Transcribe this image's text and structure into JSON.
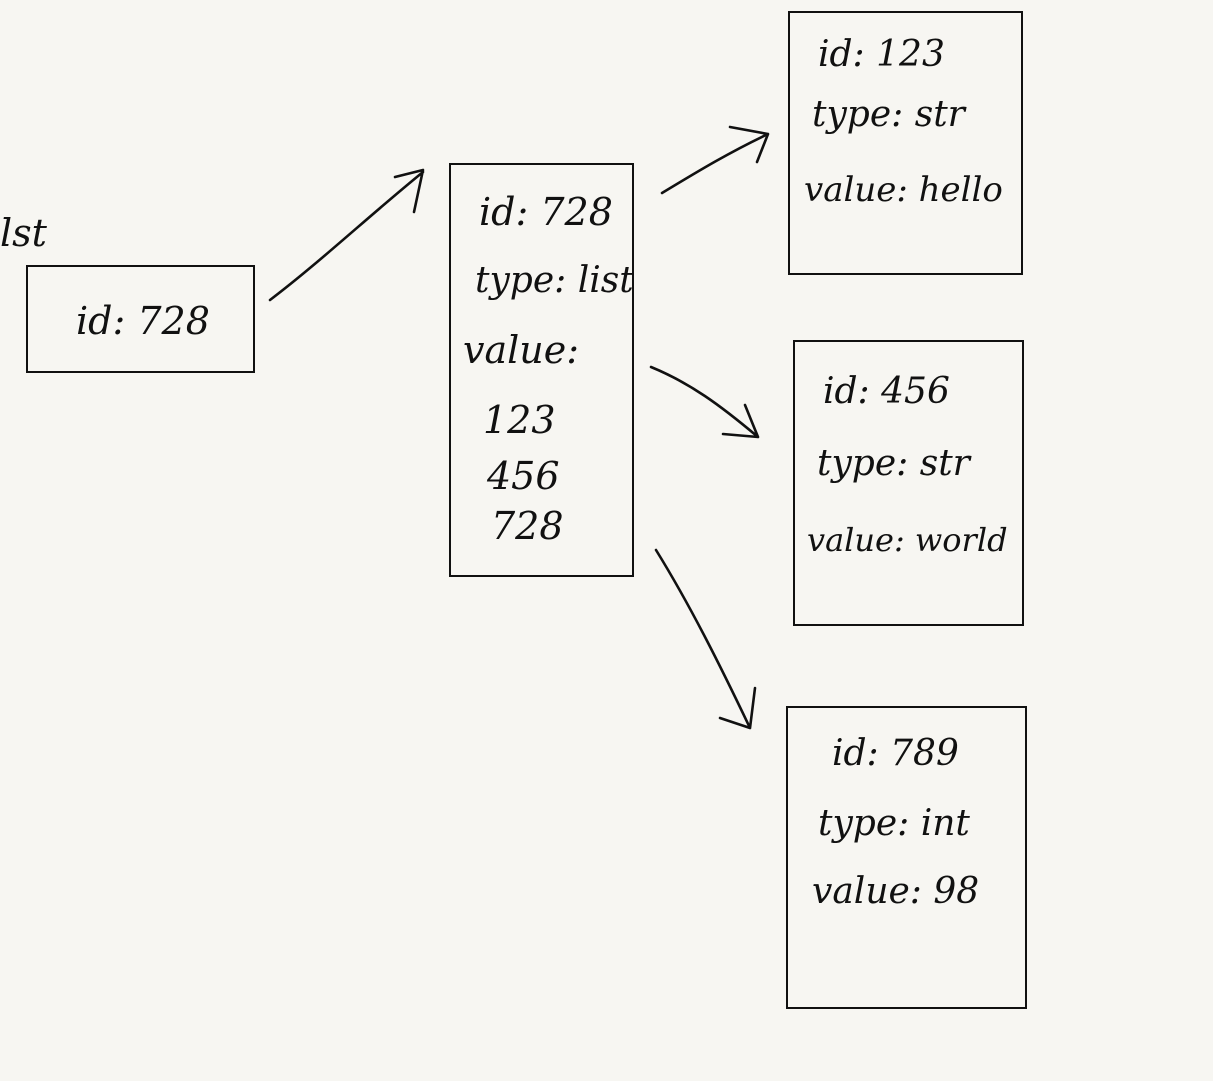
{
  "variable": {
    "name": "lst",
    "id": "id: 728"
  },
  "list_object": {
    "id": "id: 728",
    "type": "type: list",
    "value_label": "value:",
    "items": [
      "123",
      "456",
      "728"
    ]
  },
  "objects": [
    {
      "id": "id: 123",
      "type": "type: str",
      "value": "value: hello"
    },
    {
      "id": "id: 456",
      "type": "type: str",
      "value": "value: world"
    },
    {
      "id": "id: 789",
      "type": "type: int",
      "value": "value: 98"
    }
  ]
}
